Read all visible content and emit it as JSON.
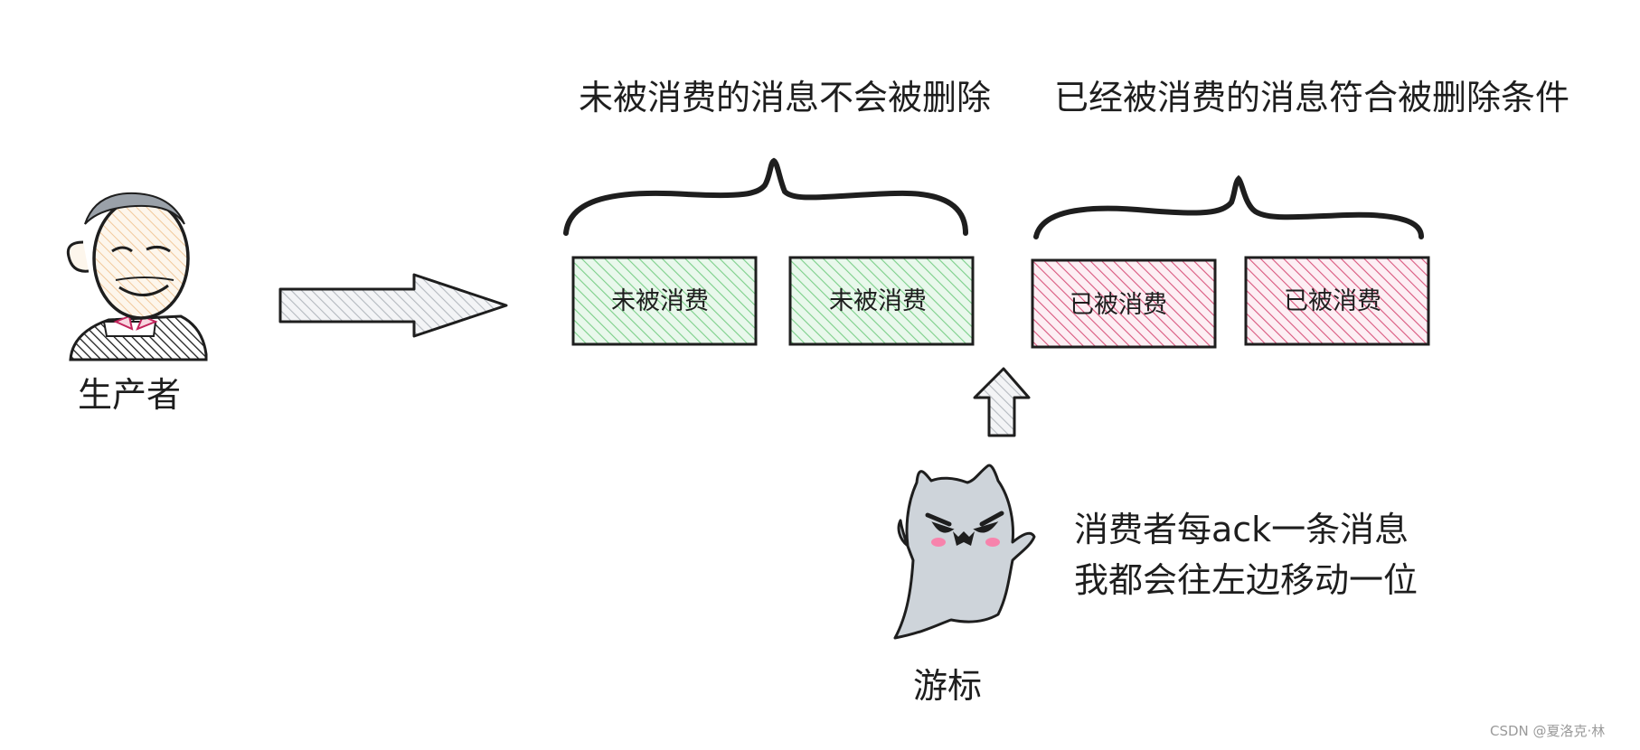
{
  "header": {
    "unconsumed_group_caption": "未被消费的消息不会被删除",
    "consumed_group_caption": "已经被消费的消息符合被删除条件"
  },
  "producer": {
    "label": "生产者",
    "icon": "producer-avatar-icon"
  },
  "messages": [
    {
      "label": "未被消费",
      "state": "unconsumed"
    },
    {
      "label": "未被消费",
      "state": "unconsumed"
    },
    {
      "label": "已被消费",
      "state": "consumed"
    },
    {
      "label": "已被消费",
      "state": "consumed"
    }
  ],
  "cursor": {
    "label": "游标",
    "icon": "ghost-icon",
    "note_line1": "消费者每ack一条消息",
    "note_line2": "我都会往左边移动一位"
  },
  "colors": {
    "unconsumed_fill": "#b2f2bb",
    "unconsumed_hatch": "#6cc57a",
    "consumed_fill": "#fcc2d7",
    "consumed_hatch": "#d9577e",
    "arrow_fill": "#ced4da",
    "stroke": "#1e1e1e"
  },
  "watermark": "CSDN @夏洛克·林"
}
